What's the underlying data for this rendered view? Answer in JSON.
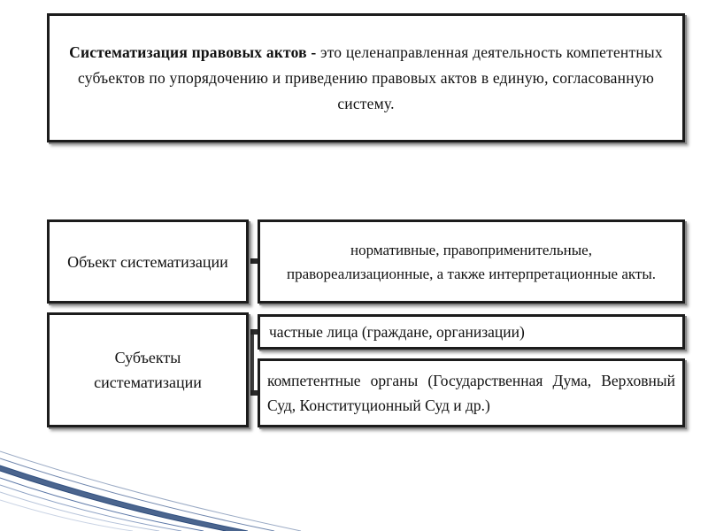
{
  "definition": {
    "term": "Систематизация правовых актов -",
    "text": " это целенаправленная деятельность компетентных субъектов по упорядочению и приведению правовых актов в единую, согласованную систему."
  },
  "object": {
    "label": "Объект систематизации",
    "value": "нормативные, правоприменительные, правореализационные, а также интерпретационные акты."
  },
  "subjects": {
    "label": "Субъекты систематизации",
    "items": [
      "частные лица (граждане, организации)",
      "компетентные органы (Государственная Дума, Верховный Суд, Конституционный Суд и др.)"
    ]
  },
  "colors": {
    "border": "#1c1c1c",
    "shadow": "#888888",
    "decoration_blue": "#3a5a8a"
  }
}
